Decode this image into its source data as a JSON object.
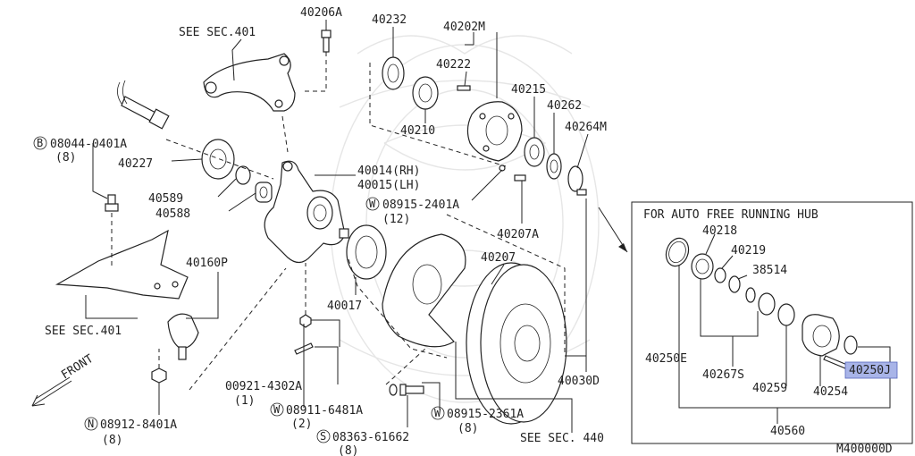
{
  "parts": {
    "p40206A": "40206A",
    "p40232": "40232",
    "p40202M": "40202M",
    "p40222": "40222",
    "p40215": "40215",
    "p40262": "40262",
    "p40264M": "40264M",
    "p40210": "40210",
    "p40227": "40227",
    "p40014": "40014(RH)",
    "p40015": "40015(LH)",
    "p40589": "40589",
    "p40588": "40588",
    "p40207A": "40207A",
    "p40207": "40207",
    "p40160P": "40160P",
    "p40017": "40017",
    "p40030D": "40030D",
    "p00921": "00921-4302A",
    "p00921q": "(1)",
    "p08911": "08911-6481A",
    "p08911q": "(2)",
    "p08363": "08363-61662",
    "p08363q": "(8)",
    "p08915b": "08915-2361A",
    "p08915bq": "(8)",
    "p08915a": "08915-2401A",
    "p08915aq": "(12)",
    "p08044": "08044-0401A",
    "p08044q": "(8)",
    "p08912": "08912-8401A",
    "p08912q": "(8)",
    "p40218": "40218",
    "p40219": "40219",
    "p38514": "38514",
    "p40250E": "40250E",
    "p40267S": "40267S",
    "p40259": "40259",
    "p40254": "40254",
    "p40250J": "40250J",
    "p40560": "40560"
  },
  "refs": {
    "sec401_top": "SEE SEC.401",
    "sec401_bottom": "SEE SEC.401",
    "sec440": "SEE SEC. 440"
  },
  "symbols": {
    "b": "B",
    "w": "W",
    "n": "N",
    "s": "S"
  },
  "inset_title": "FOR AUTO FREE RUNNING HUB",
  "front_label": "FRONT",
  "diagram_code": "M400000D",
  "highlight_color": "#a8b4e8"
}
